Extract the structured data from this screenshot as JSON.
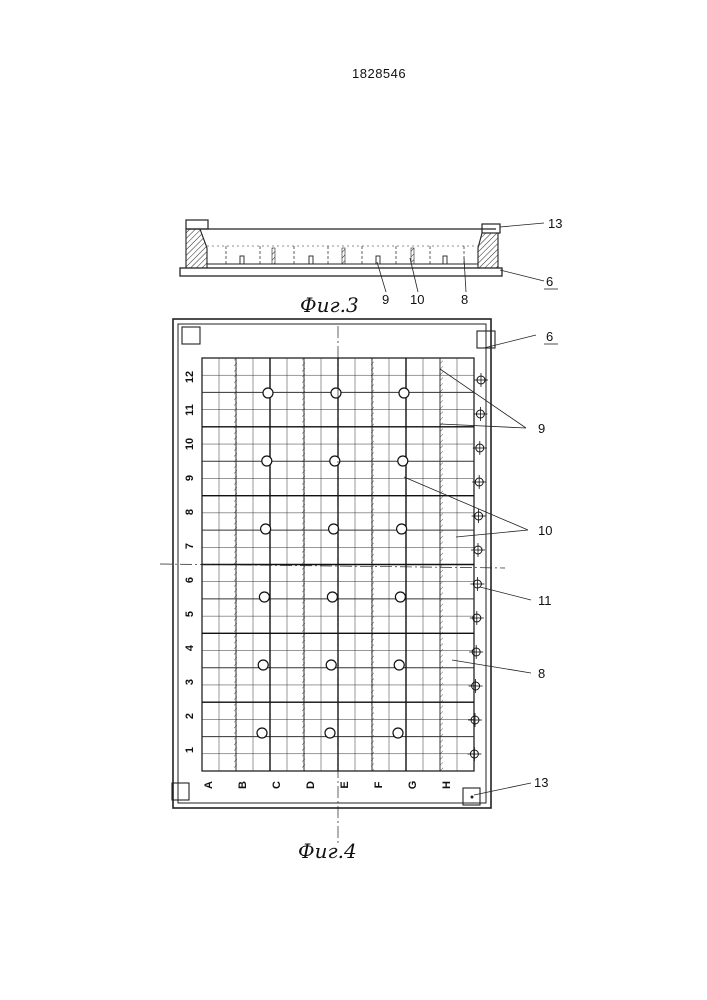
{
  "document": {
    "patent_number": "1828546"
  },
  "figure3": {
    "caption": "Фиг.3",
    "labels": {
      "label_13": "13",
      "label_6": "6",
      "label_9": "9",
      "label_10": "10",
      "label_8": "8"
    }
  },
  "figure4": {
    "caption": "Фиг.4",
    "labels": {
      "label_6": "6",
      "label_9": "9",
      "label_10": "10",
      "label_11": "11",
      "label_8": "8",
      "label_13": "13"
    },
    "row_numbers": [
      "12",
      "11",
      "10",
      "9",
      "8",
      "7",
      "6",
      "5",
      "4",
      "3",
      "2",
      "1"
    ],
    "column_letters": [
      "A",
      "B",
      "C",
      "D",
      "E",
      "F",
      "G",
      "H"
    ]
  }
}
